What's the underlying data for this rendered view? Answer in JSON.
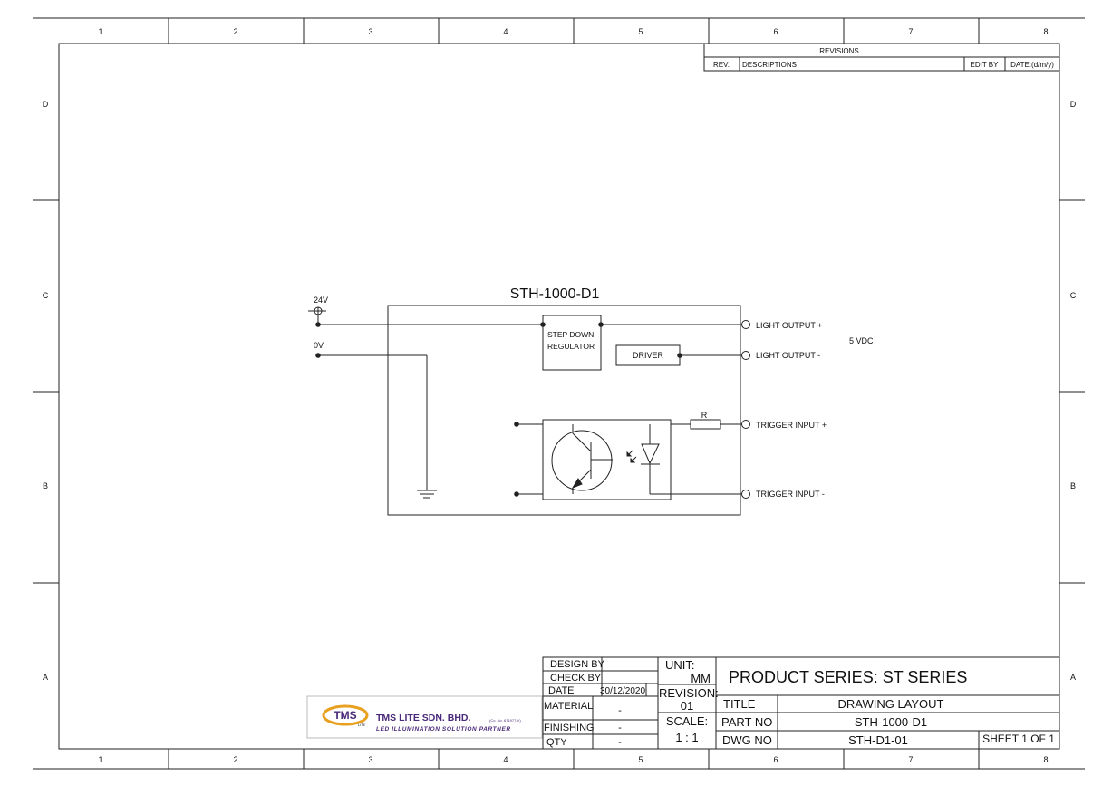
{
  "border": {
    "columns": [
      "1",
      "2",
      "3",
      "4",
      "5",
      "6",
      "7",
      "8"
    ],
    "rows": [
      "D",
      "C",
      "B",
      "A"
    ]
  },
  "revisions": {
    "title": "REVISIONS",
    "headers": {
      "rev": "REV.",
      "descriptions": "DESCRIPTIONS",
      "edit_by": "EDIT BY",
      "date": "DATE:(d/m/y)"
    }
  },
  "schematic": {
    "title": "STH-1000-D1",
    "supply_24v": "24V",
    "supply_0v": "0V",
    "step_down_line1": "STEP DOWN",
    "step_down_line2": "REGULATOR",
    "driver": "DRIVER",
    "resistor": "R",
    "light_output_plus": "LIGHT OUTPUT +",
    "light_output_minus": "LIGHT OUTPUT -",
    "trigger_input_plus": "TRIGGER INPUT +",
    "trigger_input_minus": "TRIGGER INPUT -",
    "vdc_note": "5 VDC"
  },
  "company": {
    "logo_text": "TMS",
    "logo_sub": "LITE",
    "name": "TMS LITE SDN. BHD.",
    "reg": "(Co. No. 671977-V)",
    "tagline": "LED ILLUMINATION SOLUTION PARTNER"
  },
  "title_block": {
    "design_by_label": "DESIGN BY",
    "design_by_value": "",
    "check_by_label": "CHECK BY",
    "check_by_value": "",
    "date_label": "DATE",
    "date_value": "30/12/2020",
    "material_label": "MATERIAL",
    "material_value": "-",
    "finishing_label": "FINISHING",
    "finishing_value": "-",
    "qty_label": "QTY",
    "qty_value": "-",
    "unit_label": "UNIT:",
    "unit_value": "MM",
    "revision_label": "REVISION:",
    "revision_value": "01",
    "scale_label": "SCALE:",
    "scale_value": "1 : 1",
    "product_series": "PRODUCT SERIES: ST SERIES",
    "title_label": "TITLE",
    "title_value": "DRAWING LAYOUT",
    "part_no_label": "PART NO",
    "part_no_value": "STH-1000-D1",
    "dwg_no_label": "DWG NO",
    "dwg_no_value": "STH-D1-01",
    "sheet": "SHEET 1 OF 1"
  },
  "colors": {
    "logo_orange": "#e8a020",
    "logo_purple": "#4a2a7a",
    "line": "#222222"
  }
}
